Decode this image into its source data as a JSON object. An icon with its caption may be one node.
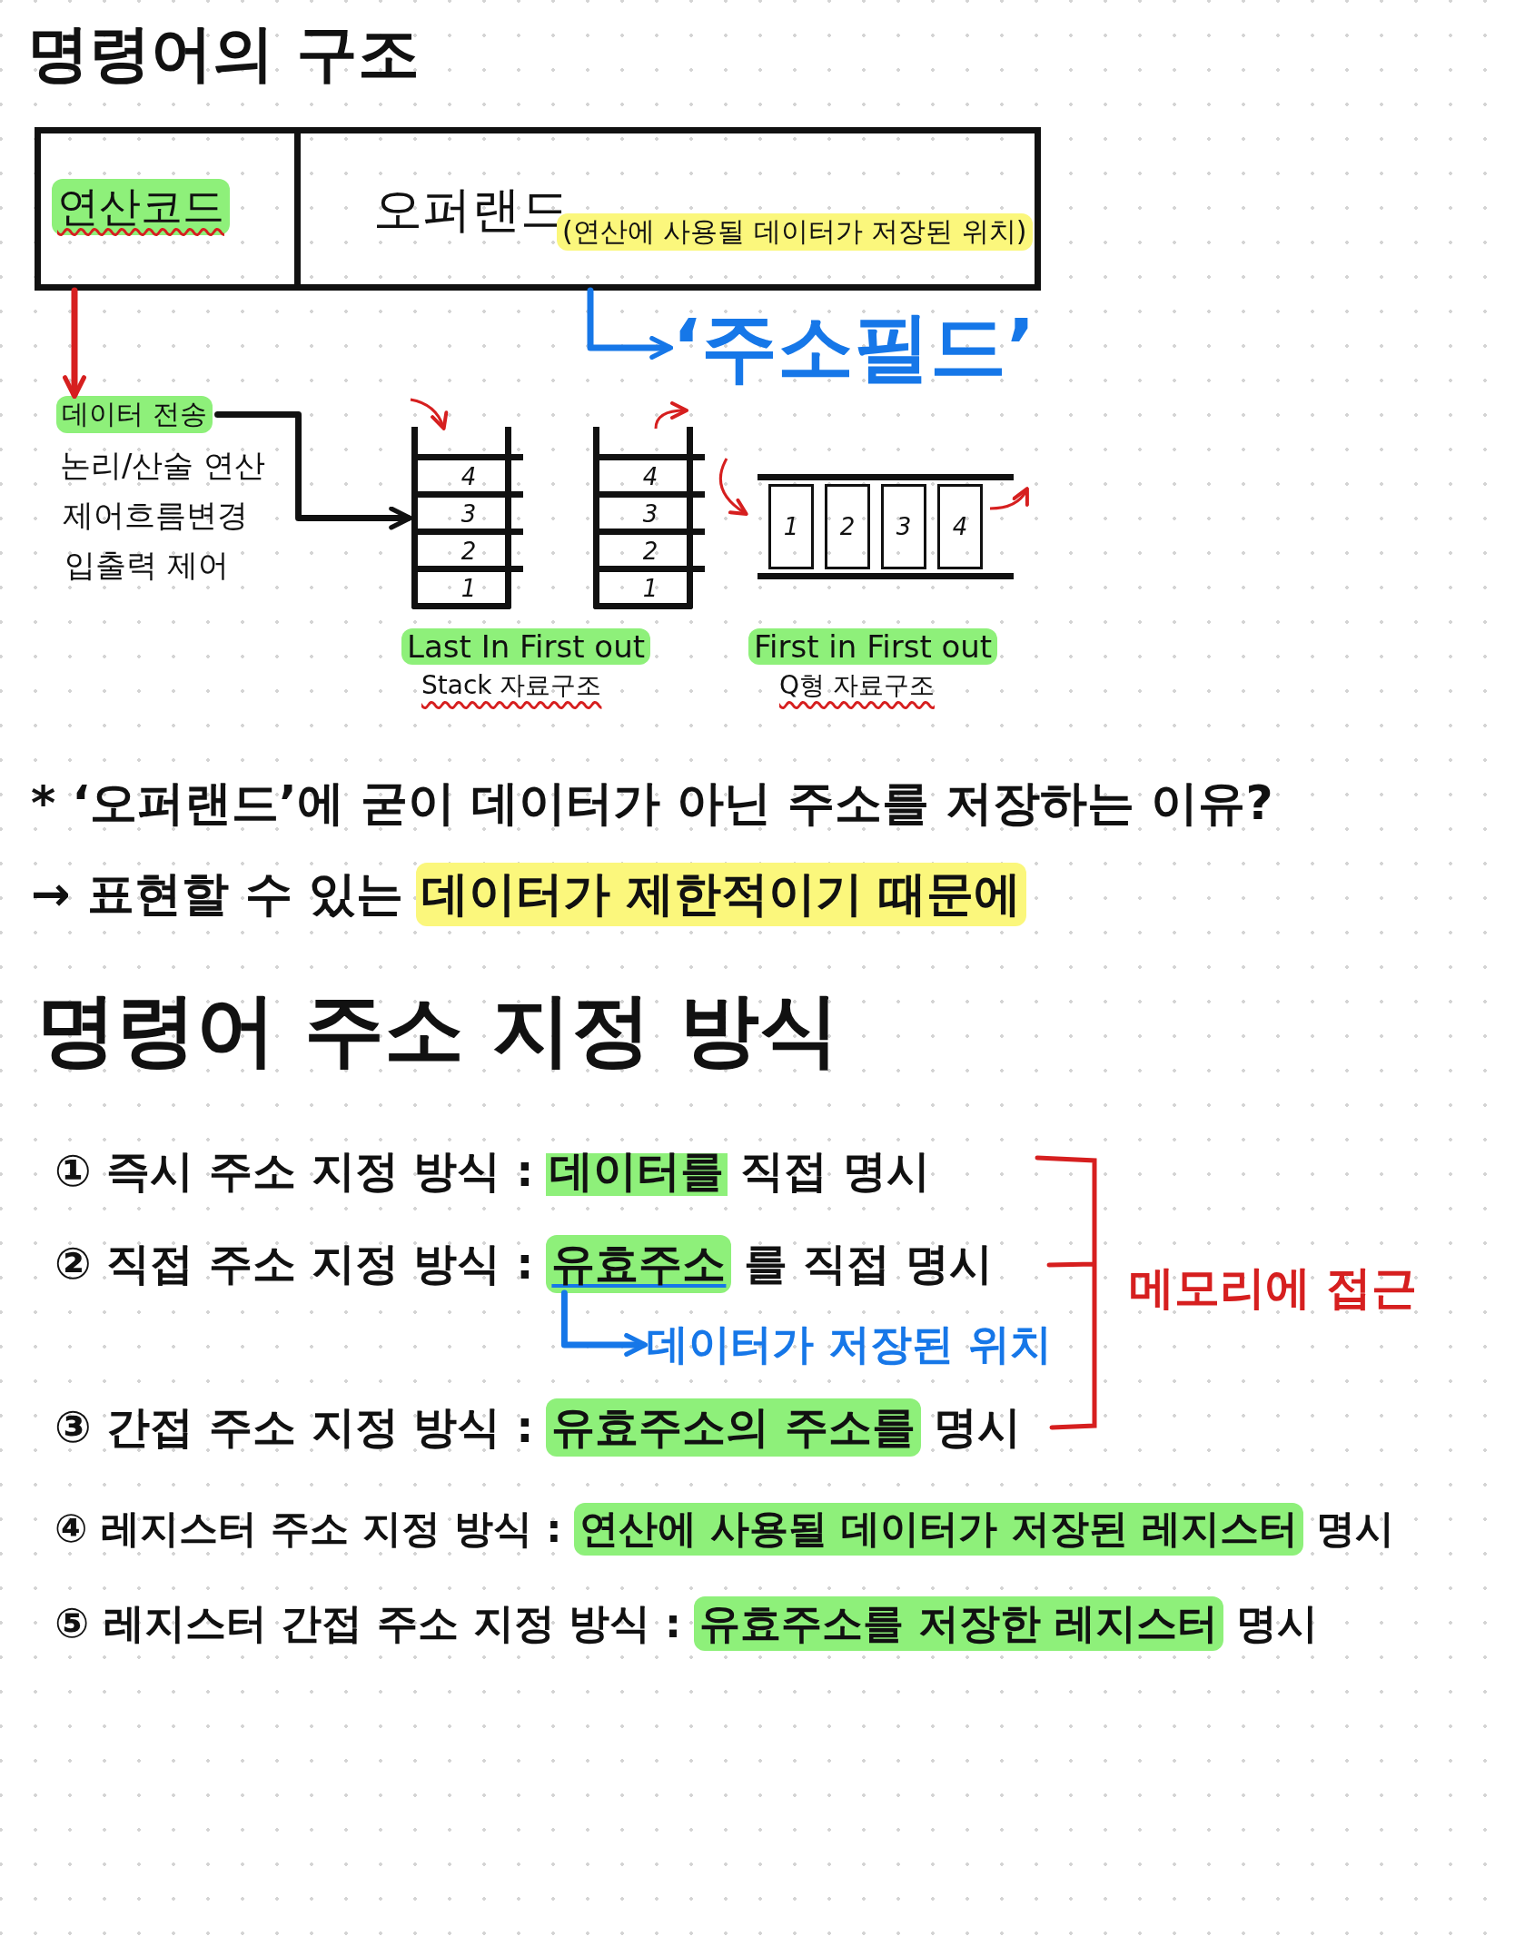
{
  "diagram": {
    "title": "명령어의 구조",
    "nodes": [
      {
        "text": [
          "연산코드"
        ]
      },
      {
        "text": [
          "오퍼랜드",
          "(연산에 사용될 데이터가 저장된 위치)"
        ]
      },
      {
        "text": [
          "‘주소필드’"
        ]
      },
      {
        "text": [
          "데이터 전송"
        ]
      },
      {
        "text": [
          "논리/산술 연산"
        ]
      },
      {
        "text": [
          "제어흐름변경"
        ]
      },
      {
        "text": [
          "입출력 제어"
        ]
      },
      {
        "text": [
          "4",
          "3",
          "2",
          "1"
        ]
      },
      {
        "text": [
          "4",
          "3",
          "2",
          "1"
        ]
      },
      {
        "text": [
          "1",
          "2",
          "3",
          "4"
        ]
      },
      {
        "text": [
          "유효주소"
        ]
      },
      {
        "text": [
          "데이터가 저장된 위치"
        ]
      }
    ],
    "edges": [
      {
        "from": 0,
        "to": 3,
        "arrow": "to",
        "color": "#d61f1f"
      },
      {
        "from": 1,
        "to": 2,
        "arrow": "to",
        "color": "#1677e8"
      },
      {
        "from": 3,
        "to": 7,
        "arrow": "to",
        "color": "#111111"
      },
      {
        "from": 10,
        "to": 11,
        "arrow": "to",
        "color": "#1677e8"
      }
    ],
    "labels": [
      "Last In First out",
      "First in First out",
      "Stack 자료구조",
      "Q형 자료구조",
      "* ‘오퍼랜드’에 굳이 데이터가 아닌 주소를 저장하는 이유?",
      "→ 표현할 수 있는",
      "데이터가 제한적이기 때문에",
      "명령어 주소 지정 방식",
      "① 즉시 주소 지정 방식 :",
      "데이터를",
      "직접 명시",
      "② 직접 주소 지정 방식 :",
      "를 직접 명시",
      "메모리에 접근",
      "③ 간접 주소 지정 방식 :",
      "유효주소의 주소를",
      "명시",
      "④ 레지스터 주소 지정 방식 :",
      "연산에 사용될 데이터가 저장된 레지스터",
      "명시",
      "⑤ 레지스터 간접 주소 지정 방식 :",
      "유효주소를 저장한 레지스터",
      "명시"
    ]
  }
}
